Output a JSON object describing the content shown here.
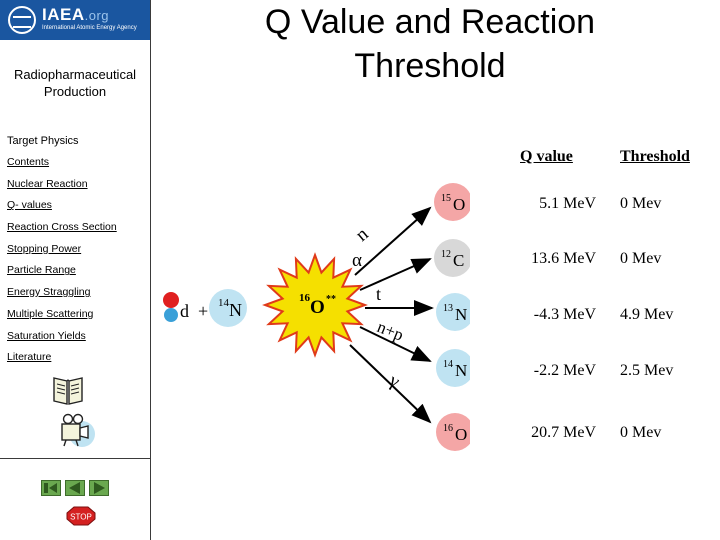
{
  "logo": {
    "brand": "IAEA",
    "brand_tld": ".org",
    "agency": "International Atomic Energy Agency"
  },
  "sidebar": {
    "title_line1": "Radiopharmaceutical",
    "title_line2": "Production",
    "section": "Target Physics",
    "items": [
      {
        "label": "Contents"
      },
      {
        "label": "Nuclear Reaction"
      },
      {
        "label": "Q- values"
      },
      {
        "label": "Reaction Cross Section"
      },
      {
        "label": "Stopping Power"
      },
      {
        "label": "Particle Range"
      },
      {
        "label": "Energy Straggling"
      },
      {
        "label": "Multiple Scattering"
      },
      {
        "label": "Saturation Yields"
      },
      {
        "label": "Literature"
      }
    ],
    "stop_label": "STOP"
  },
  "main": {
    "title_line1": "Q Value and Reaction",
    "title_line2": "Threshold",
    "columns": {
      "q": "Q value",
      "threshold": "Threshold"
    },
    "reaction": {
      "projectile": "d",
      "plus": "+",
      "target_mass": "14",
      "target_symbol": "N",
      "compound_mass": "16",
      "compound_symbol": "O",
      "compound_mark": "**"
    },
    "channels": [
      {
        "particle": "n",
        "mass": "15",
        "symbol": "O",
        "q": "5.1 MeV",
        "threshold": "0 Mev"
      },
      {
        "particle": "α",
        "mass": "12",
        "symbol": "C",
        "q": "13.6 MeV",
        "threshold": "0 Mev"
      },
      {
        "particle": "t",
        "mass": "13",
        "symbol": "N",
        "q": "-4.3 MeV",
        "threshold": "4.9 Mev"
      },
      {
        "particle": "n+p",
        "mass": "14",
        "symbol": "N",
        "q": "-2.2 MeV",
        "threshold": "2.5 Mev"
      },
      {
        "particle": "γ",
        "mass": "16",
        "symbol": "O",
        "q": "20.7 MeV",
        "threshold": "0 Mev"
      }
    ]
  },
  "colors": {
    "logo_blue": "#1a56a0",
    "nucleus_pink": "#f4a6a6",
    "nucleus_grey": "#d8d8d8",
    "nucleus_blue": "#bfe3f2",
    "starburst": "#f5e000",
    "starburst_edge": "#e03a1a",
    "deuteron": "#e02020",
    "nav_green": "#6aa84f",
    "stop_red": "#d42020"
  }
}
